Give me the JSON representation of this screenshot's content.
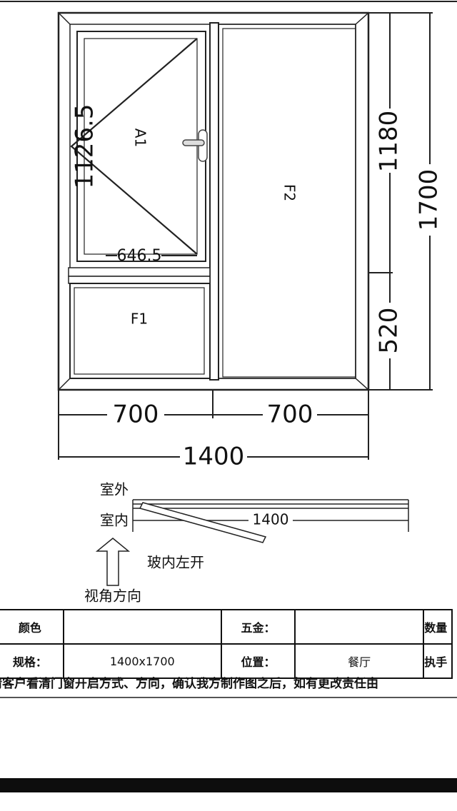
{
  "drawing": {
    "sash_label": "A1",
    "sash_height": "1126.5",
    "sash_width": "646.5",
    "lower_fixed_label": "F1",
    "right_fixed_label": "F2",
    "height_upper": "1180",
    "height_lower": "520",
    "height_total": "1700",
    "width_left": "700",
    "width_right": "700",
    "width_total": "1400"
  },
  "plan_view": {
    "outside_label": "室外",
    "inside_label": "室内",
    "width": "1400",
    "opening_note": "玻内左开",
    "view_direction": "视角方向"
  },
  "spec_table": {
    "color_label": "颜色",
    "color_value": "",
    "hardware_label": "五金：",
    "hardware_value": "",
    "quantity_label": "数量",
    "size_label": "规格：",
    "size_value": "1400x1700",
    "location_label": "位置：",
    "location_value": "餐厅",
    "handle_label": "执手"
  },
  "notice": "请客户看清门窗开启方式、方向，确认我方制作图之后，如有更改责任由"
}
